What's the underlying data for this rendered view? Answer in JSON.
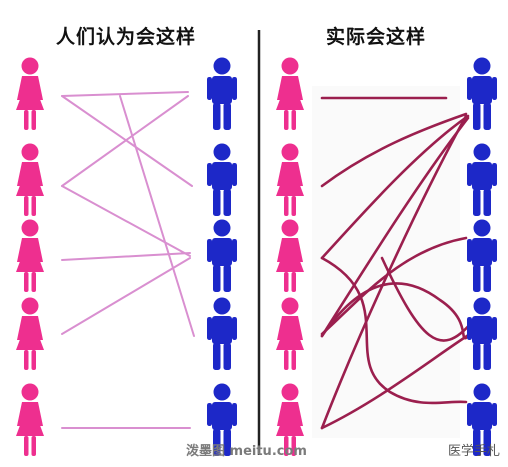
{
  "panels": {
    "left": {
      "title": "人们认为会这样"
    },
    "right": {
      "title": "实际会这样"
    }
  },
  "colors": {
    "woman": "#ee2f8f",
    "man": "#1d28c8",
    "left_lines": "#d98fd0",
    "right_lines": "#9b1f4e",
    "divider": "#222222"
  },
  "icons": {
    "woman": "woman-figure-icon",
    "man": "man-figure-icon"
  },
  "watermarks": {
    "site": "泼墨图 meitu.com",
    "weibo": "医学手札"
  }
}
